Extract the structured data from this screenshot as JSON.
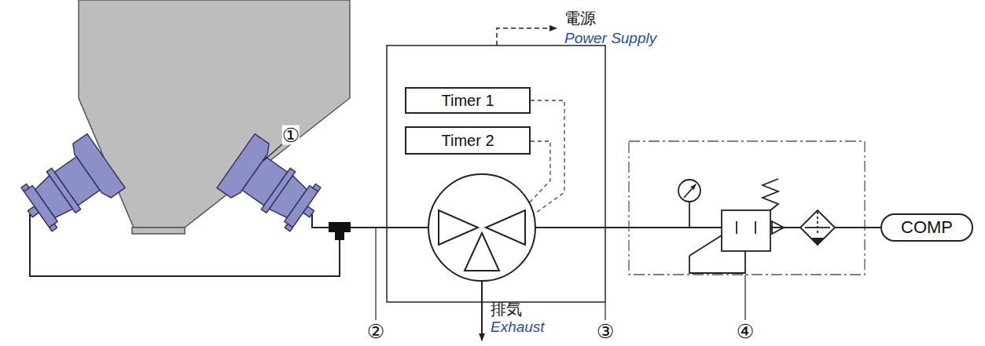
{
  "diagram": {
    "nodes": [
      {
        "text": [
          "Timer 1"
        ]
      },
      {
        "text": [
          "Timer 2"
        ]
      },
      {
        "text": [
          "COMP"
        ]
      }
    ],
    "labels": [
      "電源",
      "Power Supply",
      "①",
      "②",
      "排気",
      "Exhaust",
      "③",
      "④"
    ]
  }
}
